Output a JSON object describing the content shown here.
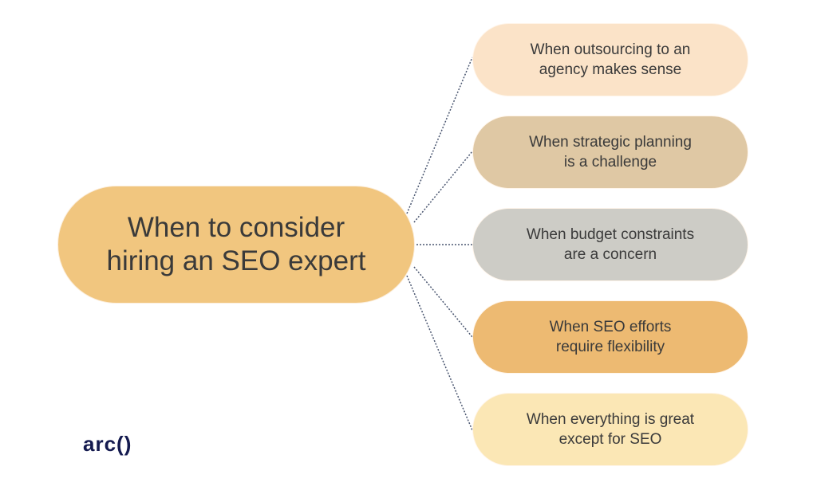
{
  "center": {
    "label_line1": "When to consider",
    "label_line2": "hiring an SEO expert",
    "color": "#F1C67F"
  },
  "nodes": [
    {
      "line1": "When outsourcing to an",
      "line2": "agency makes sense",
      "color": "#FBE3C8"
    },
    {
      "line1": "When strategic planning",
      "line2": "is a challenge",
      "color": "#DFC8A4"
    },
    {
      "line1": "When budget constraints",
      "line2": "are a concern",
      "color": "#CDCCC6"
    },
    {
      "line1": "When SEO efforts",
      "line2": "require flexibility",
      "color": "#EDBA72"
    },
    {
      "line1": "When everything is great",
      "line2": "except for SEO",
      "color": "#FBE7B5"
    }
  ],
  "logo": "arc()",
  "connector_color": "#4a5670"
}
